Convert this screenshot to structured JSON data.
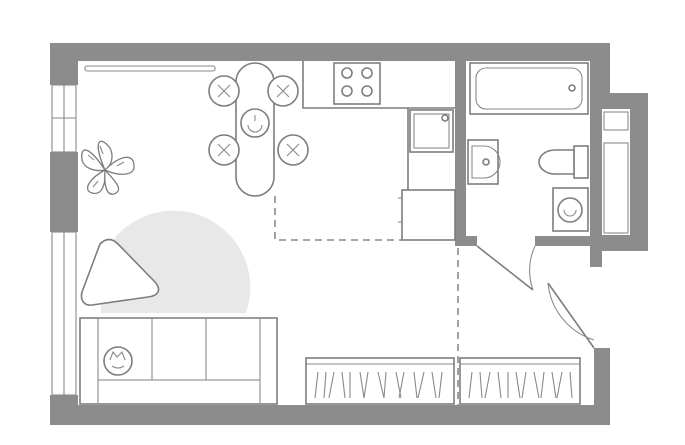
{
  "plan": {
    "type": "studio-apartment-floor-plan",
    "colors": {
      "wall": "#8c8c8c",
      "furniture_line": "#7d7d7d",
      "light_circle": "#e8e8e8",
      "background": "#ffffff"
    },
    "rooms": [
      "living-area",
      "kitchen",
      "bathroom",
      "entrance-hall"
    ],
    "icons": [
      "window-icon",
      "plant-icon",
      "chair-icon",
      "dining-table-icon",
      "stove-icon",
      "sink-icon",
      "washing-machine-icon",
      "toilet-icon",
      "bathtub-icon",
      "sofa-icon",
      "cat-icon",
      "door-icon",
      "wardrobe-icon"
    ]
  }
}
